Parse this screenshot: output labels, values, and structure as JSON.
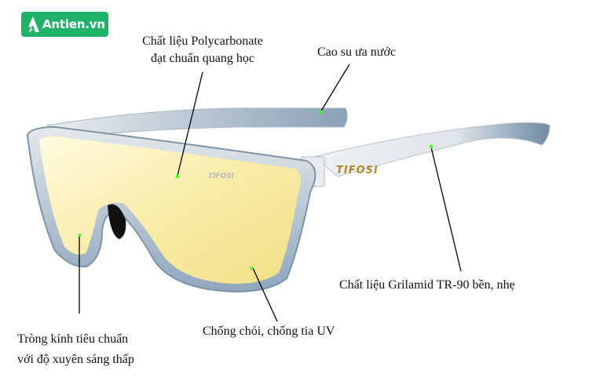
{
  "brand": {
    "logo_text": "Antien.vn",
    "color": "#1fb36a"
  },
  "product": {
    "name": "TIFOSI sunglasses",
    "lens_brand": "TIFOSI",
    "temple_brand": "TIFOSI"
  },
  "annotations": [
    {
      "id": "lens-material",
      "lines": [
        "Chất liệu Polycarbonate",
        "đạt chuẩn quang học"
      ]
    },
    {
      "id": "nose-pad",
      "lines": [
        "Cao su ưa nước"
      ]
    },
    {
      "id": "frame-material",
      "lines": [
        "Chất liệu Grilamid TR-90 bền, nhẹ"
      ]
    },
    {
      "id": "lens-standard",
      "lines": [
        "Tròng kính tiêu chuẩn",
        "với độ xuyên sáng thấp"
      ]
    },
    {
      "id": "uv-protection",
      "lines": [
        "Chống chói, chống tia UV"
      ]
    }
  ],
  "colors": {
    "marker": "#4cff2a",
    "lens": "#f5e79a",
    "frame_tint": "#7f97ad",
    "temple_logo": "#b08a2a"
  }
}
